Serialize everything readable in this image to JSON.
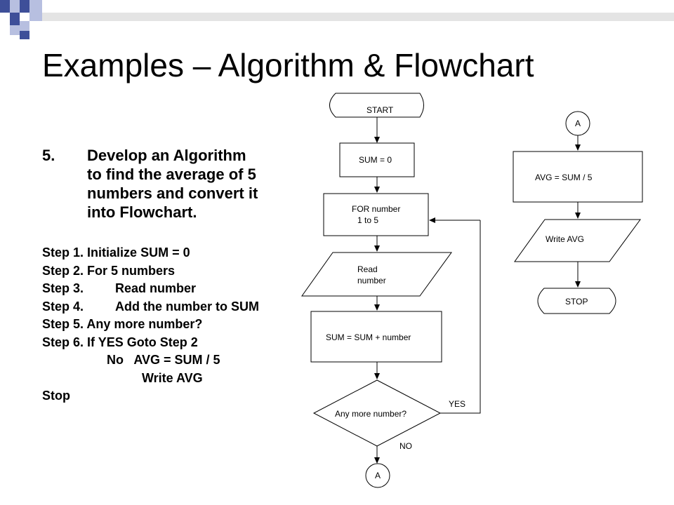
{
  "slide": {
    "title": "Examples – Algorithm & Flowchart",
    "task": {
      "number": "5.",
      "lines": [
        "Develop an Algorithm",
        "to find the average of 5",
        "numbers and convert it",
        "into Flowchart."
      ]
    },
    "steps": [
      {
        "label": "Step 1.",
        "text": "Initialize SUM = 0"
      },
      {
        "label": "Step 2.",
        "text": "For 5 numbers"
      },
      {
        "label": "Step 3.",
        "text": "Read number"
      },
      {
        "label": "Step 4.",
        "text": "Add the number to SUM"
      },
      {
        "label": "Step 5.",
        "text": "Any more number?"
      },
      {
        "label": "Step 6.",
        "text": "If YES Goto Step 2"
      },
      {
        "label": "",
        "text": "No   AVG = SUM / 5"
      },
      {
        "label": "",
        "text": "Write AVG"
      },
      {
        "label": "Stop",
        "text": ""
      }
    ]
  },
  "flowchart": {
    "start": "START",
    "init": "SUM = 0",
    "loop_line1": "FOR number",
    "loop_line2": "1 to 5",
    "read_line1": "Read",
    "read_line2": "number",
    "add": "SUM = SUM + number",
    "decision": "Any more number?",
    "yes": "YES",
    "no": "NO",
    "connector_bottom": "A",
    "connector_top": "A",
    "avg": "AVG = SUM / 5",
    "write": "Write AVG",
    "stop": "STOP"
  },
  "colors": {
    "square_dark": "#3e4f99",
    "square_light": "#b7bfe0",
    "bar": "#e4e4e4",
    "stroke": "#000000"
  }
}
